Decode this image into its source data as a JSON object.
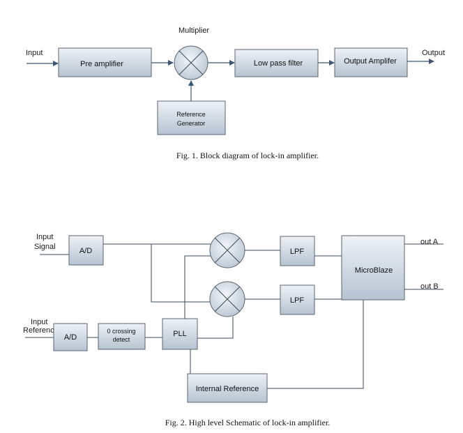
{
  "fig1": {
    "input_label": "Input",
    "output_label": "Output",
    "multiplier_label": "Multiplier",
    "pre_amplifier": "Pre amplifier",
    "low_pass_filter": "Low pass filter",
    "output_amplifier": "Output Amplifer",
    "reference_generator_line1": "Reference",
    "reference_generator_line2": "Generator",
    "caption": "Fig. 1. Block diagram of lock-in amplifier."
  },
  "fig2": {
    "input_signal_line1": "Input",
    "input_signal_line2": "Signal",
    "input_reference_line1": "Input",
    "input_reference_line2": "Reference",
    "ad_signal": "A/D",
    "ad_reference": "A/D",
    "zero_crossing_line1": "0 crossing",
    "zero_crossing_line2": "detect",
    "pll": "PLL",
    "lpf_top": "LPF",
    "lpf_bottom": "LPF",
    "microblaze": "MicroBlaze",
    "out_a": "out A",
    "out_b": "out B",
    "internal_reference": "Internal Reference",
    "caption": "Fig. 2. High level Schematic of lock-in amplifier."
  },
  "colors": {
    "box_top": "#eef2f6",
    "box_bottom": "#b9c6d3",
    "arrow": "#3b5876"
  }
}
